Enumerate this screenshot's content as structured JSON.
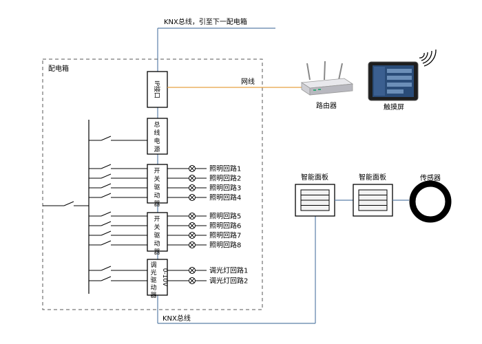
{
  "top_bus_label": "KNX总线，引至下一配电箱",
  "cabinet_label": "配电箱",
  "network_label": "网线",
  "router_label": "路由器",
  "touchscreen_label": "触摸屏",
  "bottom_bus_label": "KNX总线",
  "modules": {
    "ip_interface": "IP接口",
    "power_supply": "总线电源",
    "switch_actuator_1": "开关驱动器",
    "switch_actuator_2": "开关驱动器",
    "dimming_actuator_1": "调光驱动器",
    "dimming_actuator_2": "0-10V"
  },
  "circuits_group1": [
    "照明回路1",
    "照明回路2",
    "照明回路3",
    "照明回路4"
  ],
  "circuits_group2": [
    "照明回路5",
    "照明回路6",
    "照明回路7",
    "照明回路8"
  ],
  "dimming_circuits": [
    "调光灯回路1",
    "调光灯回路2"
  ],
  "smart_panel_1": "智能面板",
  "smart_panel_2": "智能面板",
  "sensor_label": "传感器",
  "colors": {
    "bus_line": "#5a7fa8",
    "network_line": "#e8a040",
    "cabinet_border": "#555555",
    "sensor_ring": "#000000"
  }
}
